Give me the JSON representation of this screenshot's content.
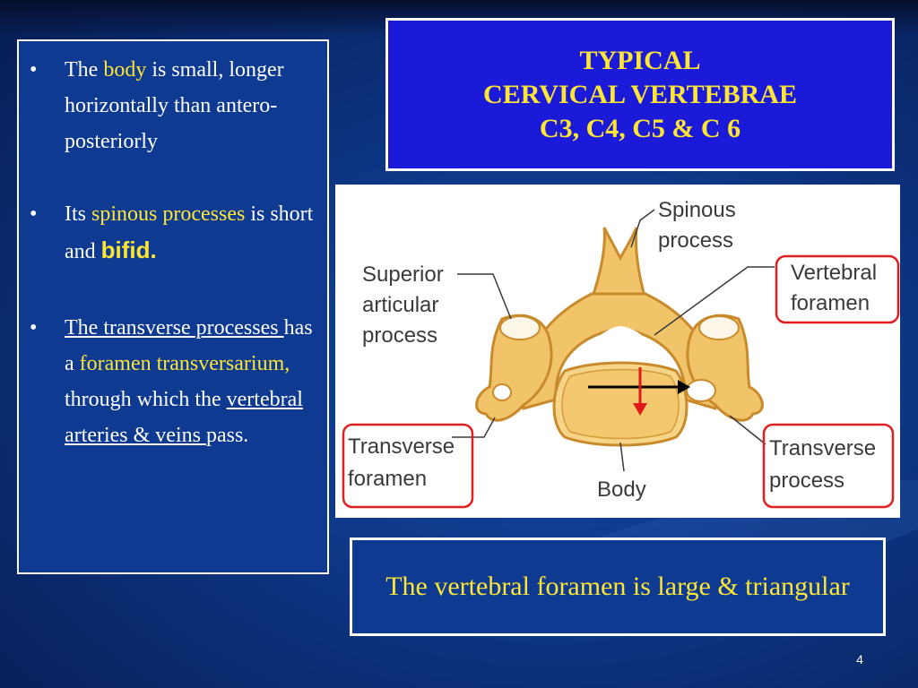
{
  "title": {
    "line1": "TYPICAL",
    "line2": "CERVICAL VERTEBRAE",
    "line3": "C3, C4, C5 & C 6"
  },
  "bullets": {
    "bullet_glyph": "•",
    "b1": {
      "pre": "The ",
      "hl": "body",
      "post": " is small, longer horizontally than antero-posteriorly"
    },
    "b2": {
      "pre": "Its ",
      "hl": "spinous processes",
      "mid": " is short and ",
      "big": "bifid."
    },
    "b3": {
      "u1": "The transverse processes ",
      "t1": "has a ",
      "hl": "foramen transversarium,",
      "t2": " through which the ",
      "u2": "vertebral arteries & veins ",
      "t3": "pass."
    }
  },
  "figure": {
    "labels": {
      "spinous": [
        "Spinous",
        "process"
      ],
      "superior": [
        "Superior",
        "articular",
        "process"
      ],
      "vertebral": [
        "Vertebral",
        "foramen"
      ],
      "transverse_foramen": [
        "Transverse",
        "foramen"
      ],
      "body": "Body",
      "transverse_process": [
        "Transverse",
        "process"
      ]
    },
    "colors": {
      "bone": "#f2c46a",
      "bone_shadow": "#c98a2c",
      "highlight_box": "#e02020",
      "arrow_red": "#e01a1a",
      "arrow_black": "#000000"
    }
  },
  "caption": "The vertebral foramen is large & triangular",
  "page_number": "4",
  "colors": {
    "background": "#0f3a8c",
    "title_box": "#1a1ad8",
    "highlight_text": "#ffe633",
    "text": "#ffffff"
  }
}
